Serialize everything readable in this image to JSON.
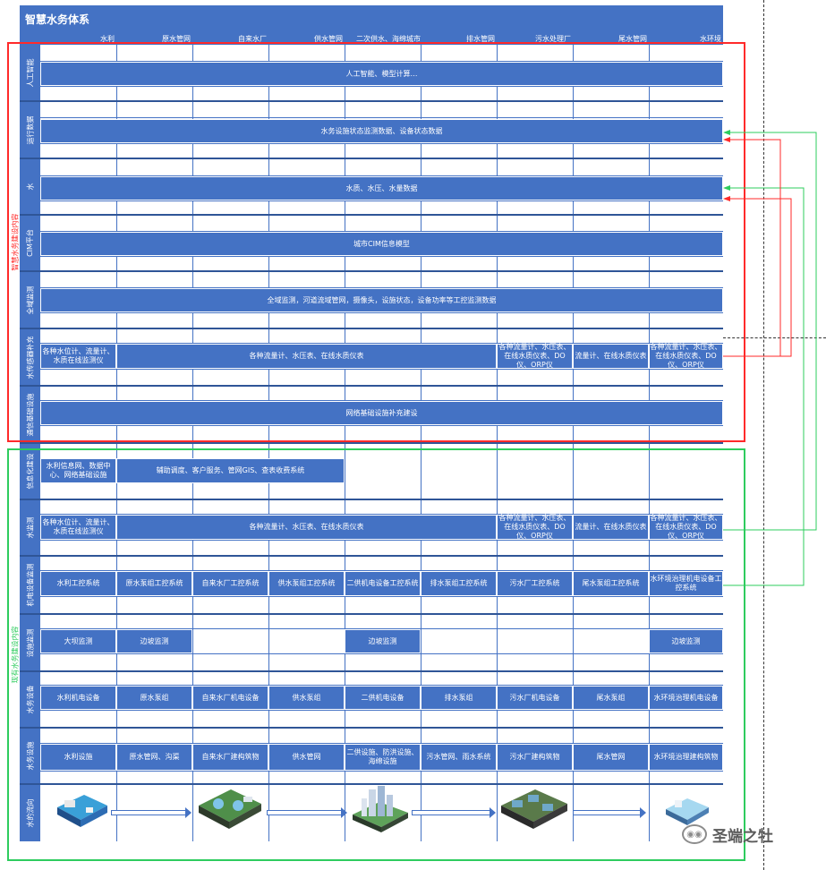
{
  "title": "智慧水务体系",
  "columns": [
    "水利",
    "原水管网",
    "自来水厂",
    "供水管网",
    "二次供水、海绵城市",
    "排水管网",
    "污水处理厂",
    "尾水管网",
    "水环境"
  ],
  "rows": [
    {
      "label": "人工智能"
    },
    {
      "label": "运行数据"
    },
    {
      "label": "水"
    },
    {
      "label": "CIM平台"
    },
    {
      "label": "全域监测"
    },
    {
      "label": "水传感器补充"
    },
    {
      "label": "通信基础设施"
    },
    {
      "label": "信息化建设"
    },
    {
      "label": "水监测"
    },
    {
      "label": "机电设备监测"
    },
    {
      "label": "设施监测"
    },
    {
      "label": "水务设备"
    },
    {
      "label": "水务设施"
    },
    {
      "label": "水的流向"
    }
  ],
  "bars": {
    "ai": "人工智能、模型计算…",
    "ops": "水务设施状态监测数据、设备状态数据",
    "water": "水质、水压、水量数据",
    "cim": "城市CIM信息模型",
    "global": "全域监测，河道流域管网，摄像头，设施状态，设备功率等工控监测数据",
    "sensor_1": "各种水位计、流量计、水质在线监测仪",
    "sensor_2": "各种流量计、水压表、在线水质仪表",
    "sensor_3": "各种流量计、水压表、在线水质仪表、DO仪、ORP仪",
    "sensor_4": "流量计、在线水质仪表",
    "sensor_5": "各种流量计、水压表、在线水质仪表、DO仪、ORP仪",
    "network": "网络基础设施补充建设",
    "info_1": "水利信息网、数据中心、网络基础设施",
    "info_2": "辅助调度、客户服务、管网GIS、查表收费系统",
    "mon_1": "各种水位计、流量计、水质在线监测仪",
    "mon_2": "各种流量计、水压表、在线水质仪表",
    "mon_3": "各种流量计、水压表、在线水质仪表、DO仪、ORP仪",
    "mon_4": "流量计、在线水质仪表",
    "mon_5": "各种流量计、水压表、在线水质仪表、DO仪、ORP仪",
    "mech": [
      "水利工控系统",
      "原水泵组工控系统",
      "自来水厂工控系统",
      "供水泵组工控系统",
      "二供机电设备工控系统",
      "排水泵组工控系统",
      "污水厂工控系统",
      "尾水泵组工控系统",
      "水环境治理机电设备工控系统"
    ],
    "facmon": [
      "大坝监测",
      "边坡监测",
      "边坡监测",
      "边坡监测"
    ],
    "equip": [
      "水利机电设备",
      "原水泵组",
      "自来水厂机电设备",
      "供水泵组",
      "二供机电设备",
      "排水泵组",
      "污水厂机电设备",
      "尾水泵组",
      "水环境治理机电设备"
    ],
    "facility": [
      "水利设施",
      "原水管网、沟渠",
      "自来水厂建构筑物",
      "供水管网",
      "二供设施、防洪设施、海绵设施",
      "污水管网、雨水系统",
      "污水厂建构筑物",
      "尾水管网",
      "水环境治理建构筑物"
    ]
  },
  "group_labels": {
    "red": "智慧水务建设内容",
    "green": "现有水务建设内容"
  },
  "watermark": "圣端之牡",
  "colors": {
    "primary": "#4472c4",
    "red": "#ff2a2a",
    "green": "#2ecc5e"
  }
}
